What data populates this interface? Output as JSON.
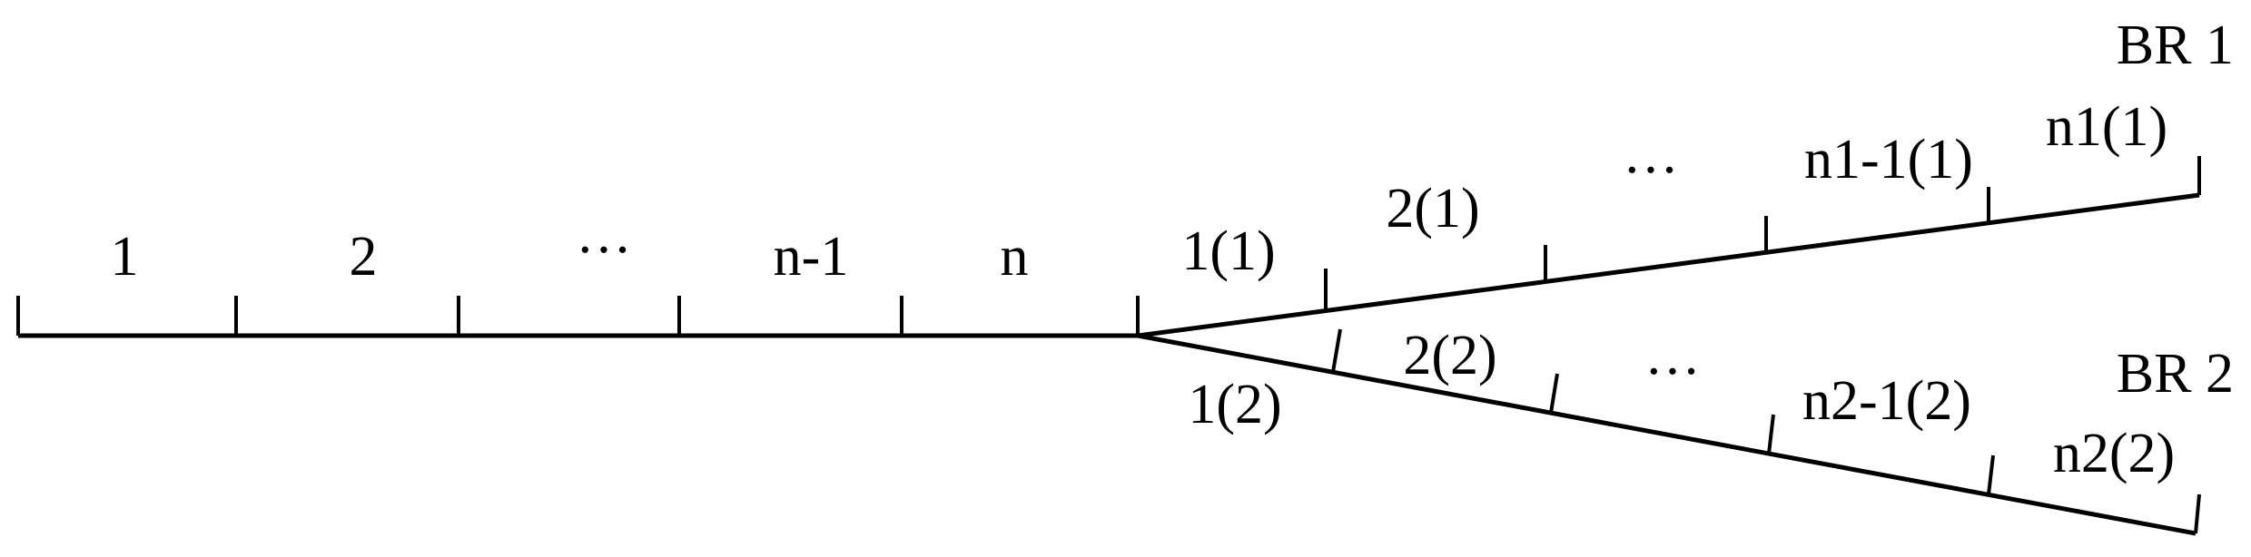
{
  "trunk": {
    "labels": [
      "1",
      "2",
      "···",
      "n-1",
      "n"
    ]
  },
  "branch1": {
    "name": "BR 1",
    "labels": [
      "1(1)",
      "2(1)",
      "···",
      "n1-1(1)",
      "n1(1)"
    ]
  },
  "branch2": {
    "name": "BR 2",
    "labels": [
      "1(2)",
      "2(2)",
      "···",
      "n2-1(2)",
      "n2(2)"
    ]
  }
}
